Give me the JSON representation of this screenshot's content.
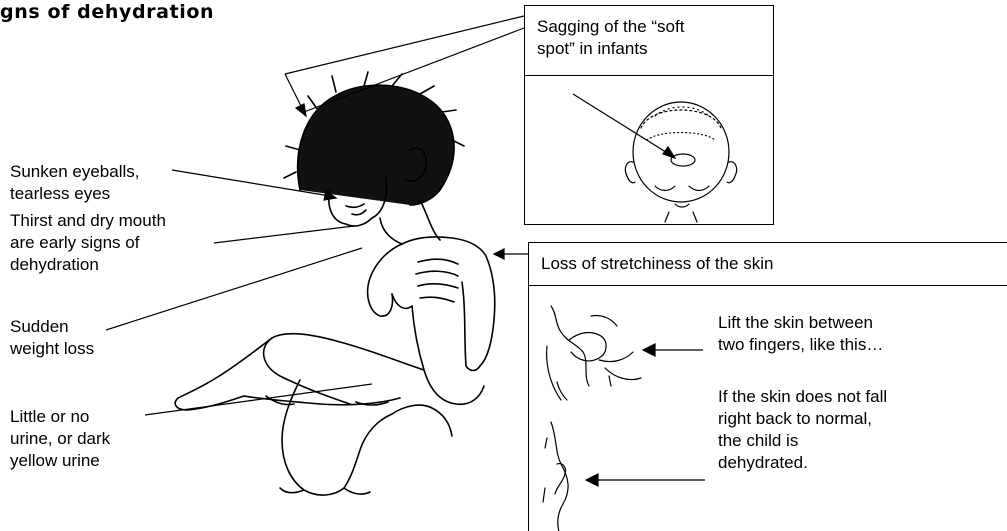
{
  "title": "gns  of  dehydration",
  "labels": {
    "eyes": [
      "Sunken eyeballs,",
      "tearless eyes"
    ],
    "thirst": [
      "Thirst and dry mouth",
      "are early signs of",
      "dehydration"
    ],
    "weight": [
      "Sudden",
      "weight loss"
    ],
    "urine": [
      "Little or no",
      "urine, or dark",
      "yellow urine"
    ]
  },
  "soft_spot_box": {
    "heading": [
      "Sagging of the “soft",
      "spot” in infants"
    ]
  },
  "skin_box": {
    "heading": "Loss of stretchiness of the skin",
    "step1": [
      "Lift the skin between",
      "two fingers, like this…"
    ],
    "step2": [
      "If the skin does not fall",
      "right back to normal,",
      "the child is",
      "dehydrated."
    ]
  },
  "illustrations": [
    "dehydrated-child-drawing",
    "infant-head-drawing",
    "pinched-skin-drawing",
    "skin-fold-drawing"
  ]
}
